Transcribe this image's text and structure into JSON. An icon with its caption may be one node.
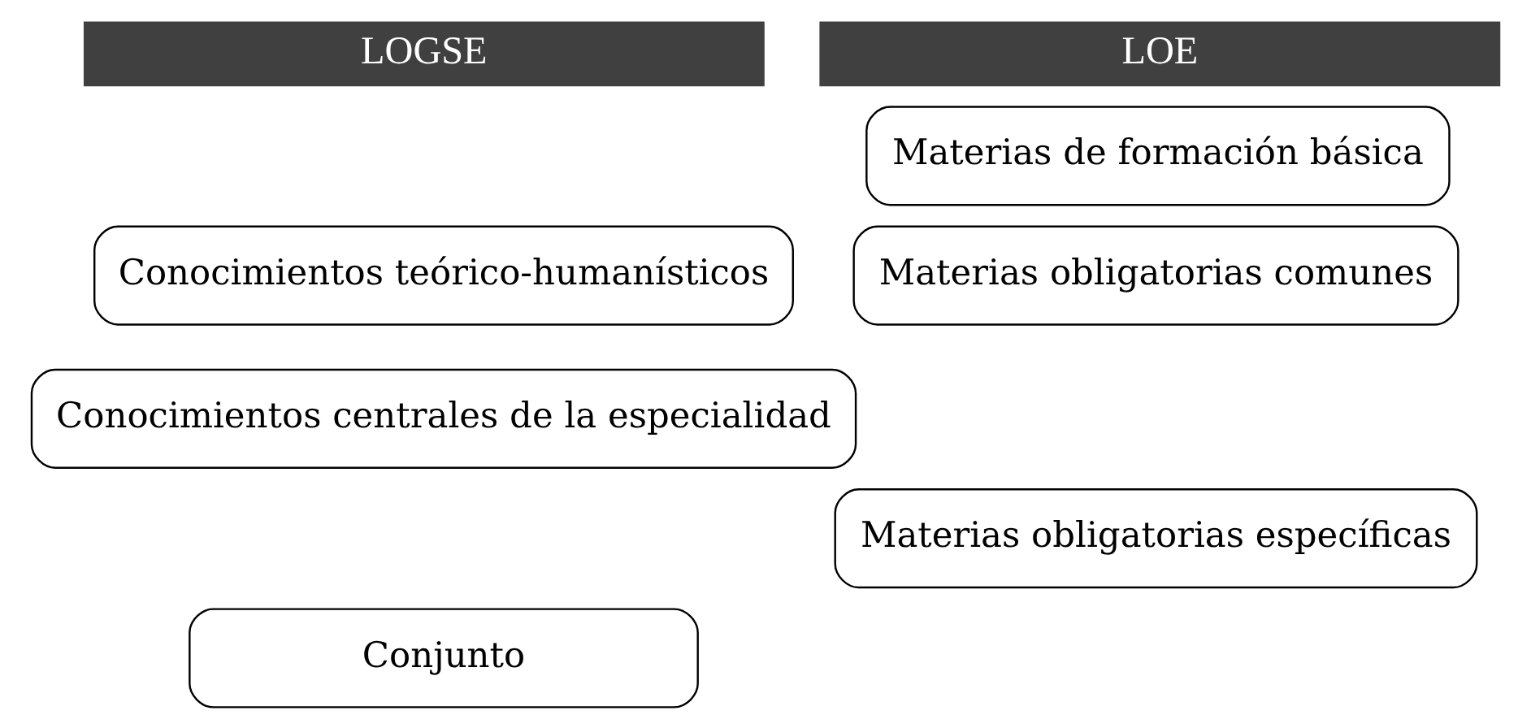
{
  "diagram": {
    "nodes": [
      {
        "text": [
          "LOGSE"
        ]
      },
      {
        "text": [
          "LOE"
        ]
      },
      {
        "text": [
          "Materias de formación básica"
        ]
      },
      {
        "text": [
          "Conocimientos teórico-humanísticos"
        ]
      },
      {
        "text": [
          "Materias obligatorias comunes"
        ]
      },
      {
        "text": [
          "Conocimientos centrales de la especialidad"
        ]
      },
      {
        "text": [
          "Materias obligatorias específicas"
        ]
      },
      {
        "text": [
          "Conjunto"
        ]
      }
    ],
    "edges": []
  }
}
